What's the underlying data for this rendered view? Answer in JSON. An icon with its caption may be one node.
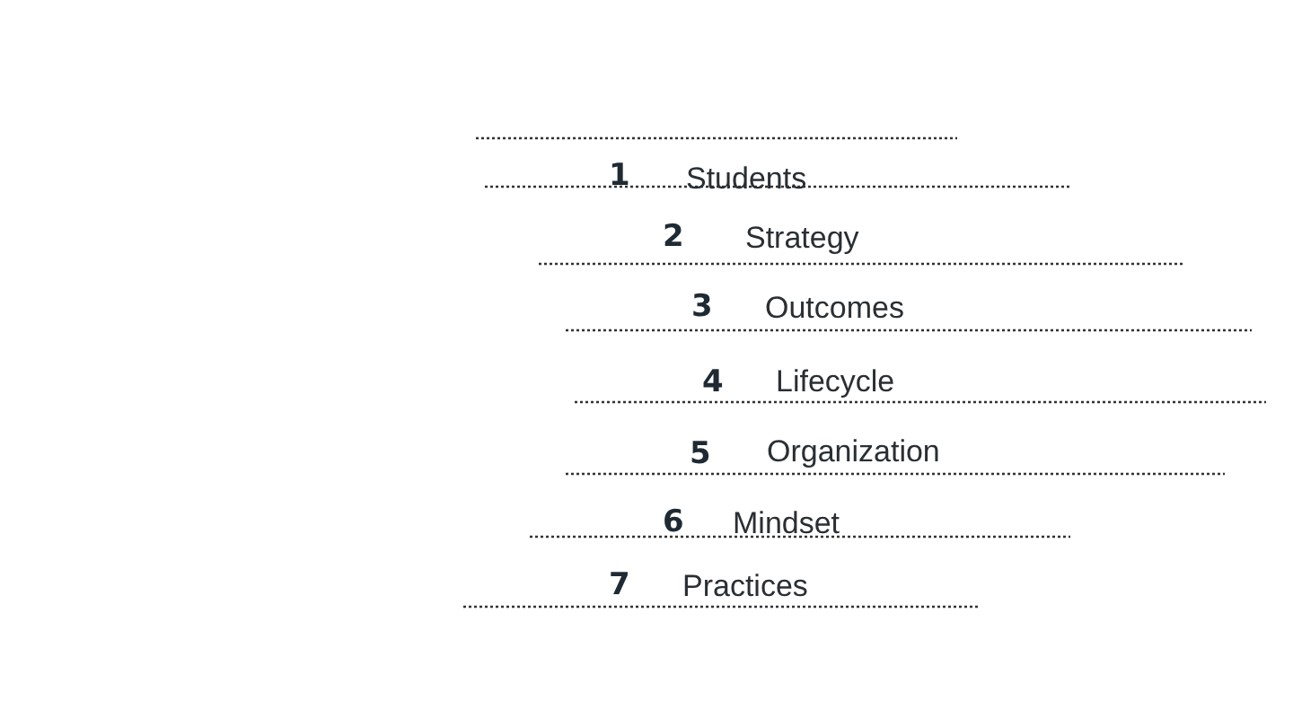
{
  "diagram": {
    "labels": [
      "1",
      "Students",
      "2",
      "Strategy",
      "3",
      "Outcomes",
      "4",
      "Lifecycle",
      "5",
      "Organization",
      "6",
      "Mindset",
      "7",
      "Practices"
    ]
  }
}
